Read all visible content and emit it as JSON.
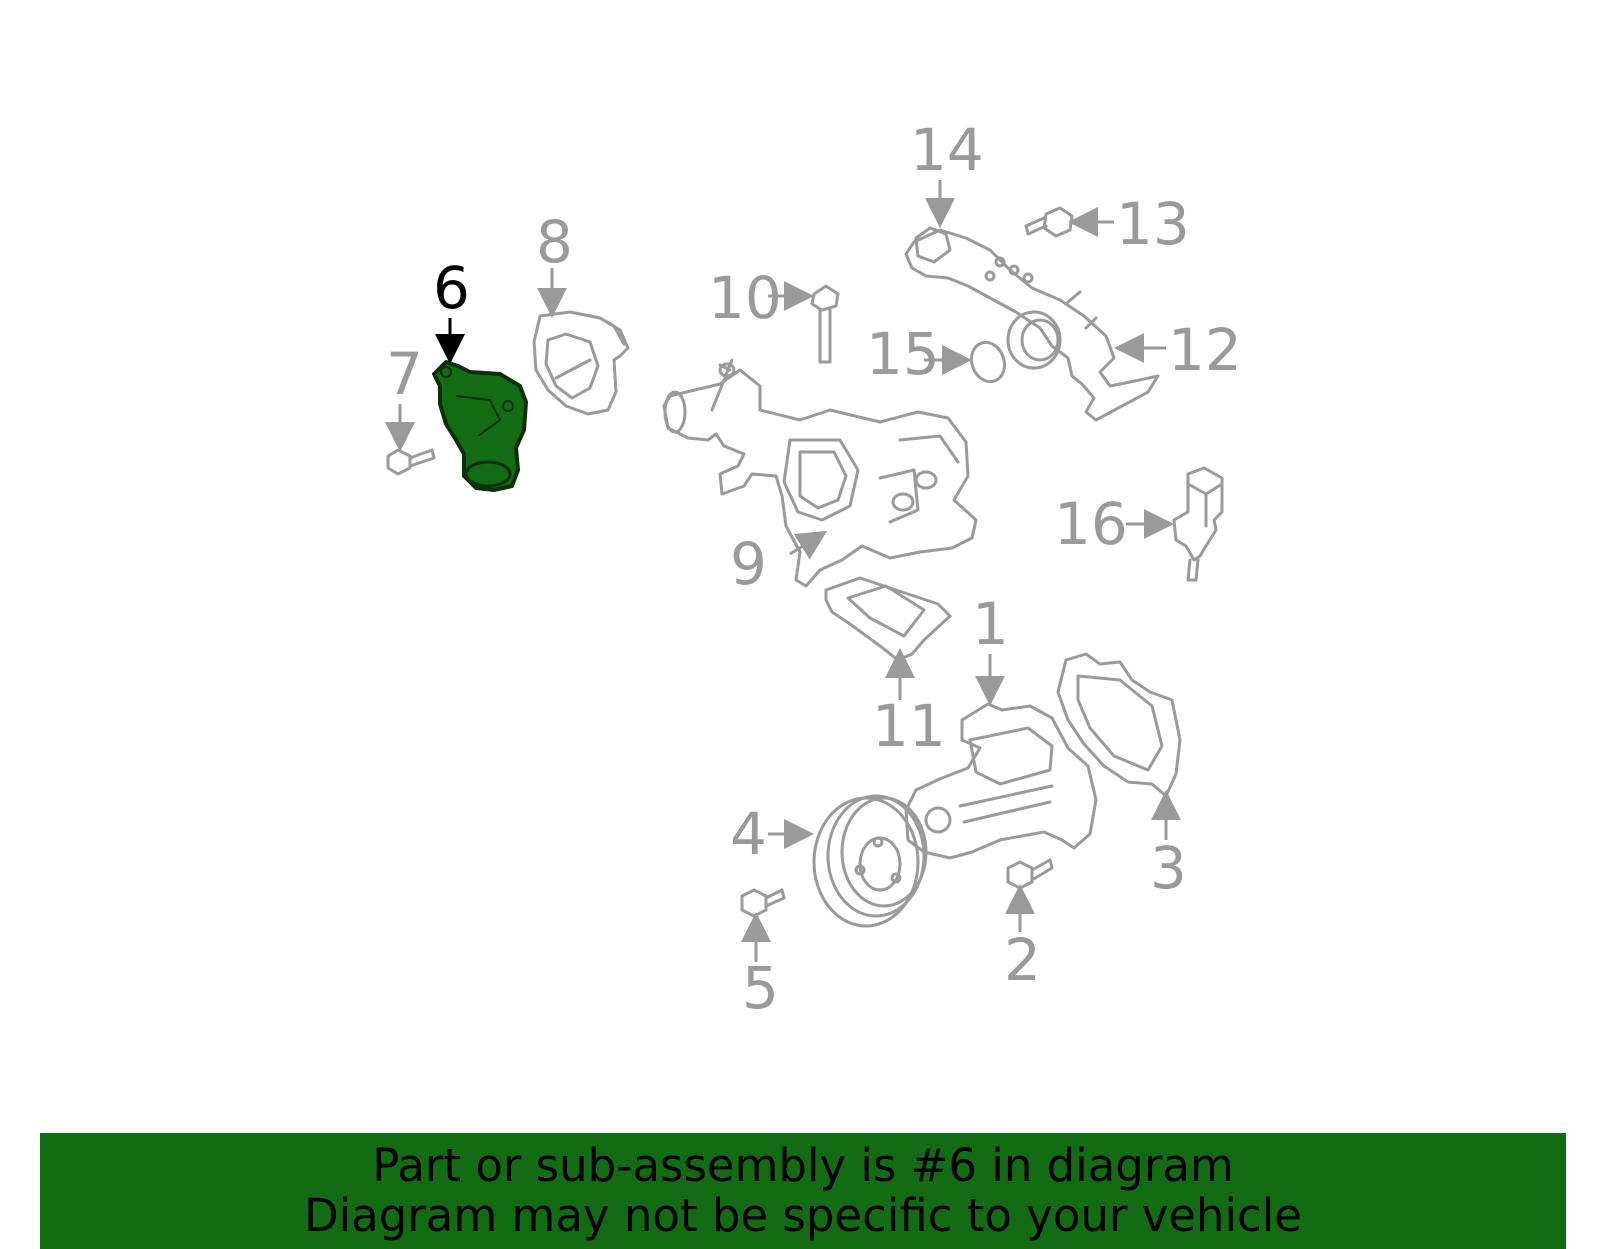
{
  "highlight_color": "#136b13",
  "line_color": "#9a9a9a",
  "highlighted_part": "6",
  "callouts": {
    "p1": "1",
    "p2": "2",
    "p3": "3",
    "p4": "4",
    "p5": "5",
    "p6": "6",
    "p7": "7",
    "p8": "8",
    "p9": "9",
    "p10": "10",
    "p11": "11",
    "p12": "12",
    "p13": "13",
    "p14": "14",
    "p15": "15",
    "p16": "16"
  },
  "banner": {
    "line1": "Part or sub-assembly is #6 in diagram",
    "line2": "Diagram may not be specific to your vehicle"
  }
}
